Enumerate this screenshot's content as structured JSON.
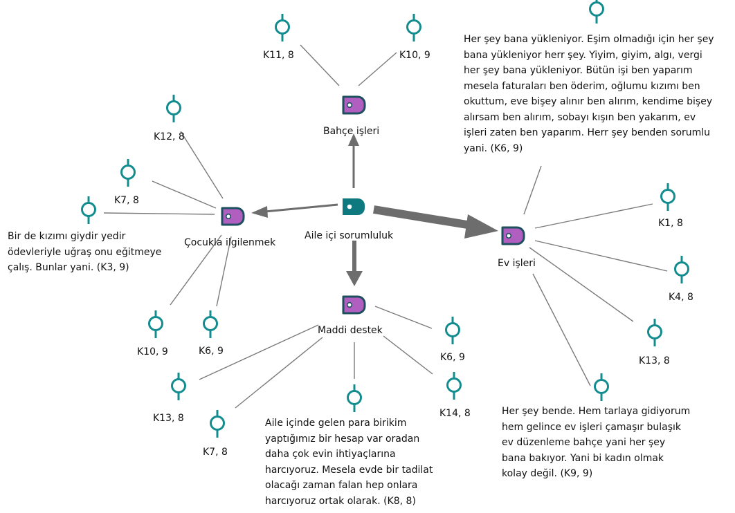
{
  "center": {
    "label": "Aile içi sorumluluk"
  },
  "categories": {
    "bahce": {
      "label": "Bahçe işleri",
      "refs": [
        "K11, 8",
        "K10, 9"
      ]
    },
    "cocuk": {
      "label": "Çocukla ilgilenmek",
      "refs": [
        "K12, 8",
        "K7, 8",
        "K10, 9",
        "K6, 9"
      ],
      "quote": "Bir de kızımı giydir yedir\nödevleriyle uğraş onu eğitmeye\nçalış. Bunlar yani. (K3, 9)"
    },
    "ev": {
      "label": "Ev işleri",
      "refs": [
        "K1, 8",
        "K4, 8",
        "K13, 8"
      ],
      "quote_top": "Her şey bana yükleniyor. Eşim olmadığı için her şey\nbana yükleniyor herr şey. Yiyim, giyim, algı, vergi\nher şey bana yükleniyor. Bütün işi ben yaparım\nmesela faturaları ben öderim, oğlumu kızımı ben\nokuttum, eve bişey alınır ben alırım, kendime bişey\nalırsam ben alırım, sobayı kışın ben yakarım, ev\nişleri zaten ben yaparım. Herr şey benden sorumlu\nyani. (K6, 9)",
      "quote_bottom": "Her şey bende. Hem tarlaya gidiyorum\nhem gelince ev işleri çamaşır bulaşık\nev düzenleme bahçe  yani her şey\nbana bakıyor. Yani bi kadın olmak\nkolay değil. (K9, 9)"
    },
    "maddi": {
      "label": "Maddi destek",
      "refs": [
        "K6, 9",
        "K14, 8",
        "K13, 8",
        "K7, 8"
      ],
      "quote": "Aile içinde gelen para birikim\nyaptığımız bir hesap var oradan\ndaha çok evin ihtiyaçlarına\nharcıyoruz. Mesela evde bir tadilat\nolacağı zaman falan hep onlara\nharcıyoruz ortak olarak. (K8, 8)"
    }
  },
  "colors": {
    "code": "#b05fc0",
    "code_border": "#1e4f5e",
    "center": "#0e7a80",
    "marker": "#138c90",
    "arrow": "#6d6d6d",
    "line": "#7a7a7a"
  },
  "icons": {
    "center": "code-tag-icon",
    "category": "code-tag-icon",
    "document": "document-pin-icon"
  }
}
